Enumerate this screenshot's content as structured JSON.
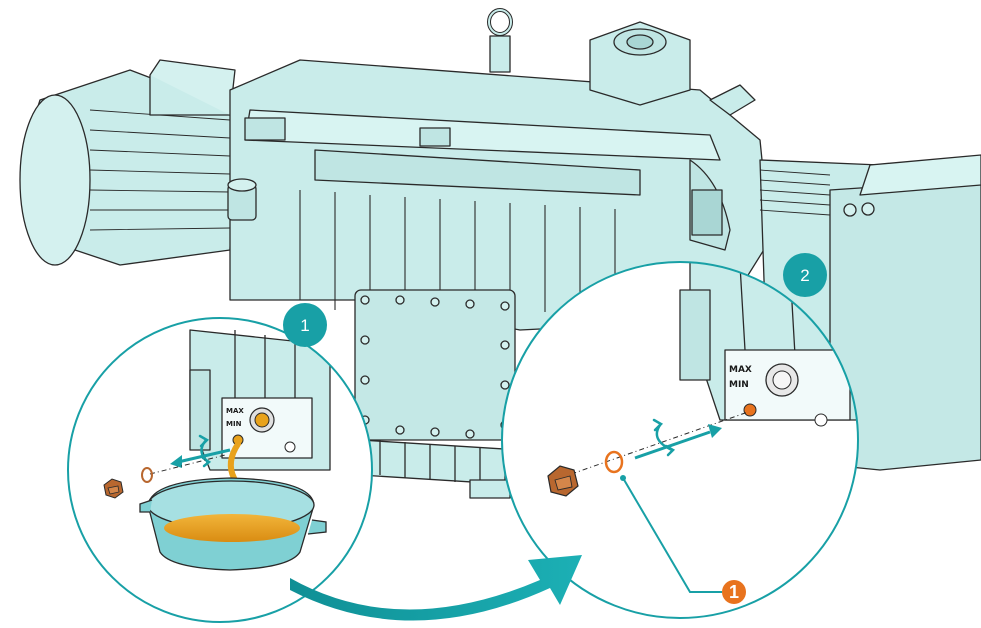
{
  "steps": [
    {
      "number": "1"
    },
    {
      "number": "2"
    }
  ],
  "callout": {
    "number": "1"
  },
  "oil_level_plate": {
    "max": "MAX",
    "min": "MIN"
  },
  "colors": {
    "pump_body": "#c9ecea",
    "pump_outline": "#2a2a2a",
    "teal_accent": "#18a0a6",
    "oil": "#e8a21c",
    "callout_orange": "#e8731e",
    "plug_bronze": "#b8672f"
  },
  "icons": [
    "rotate-arrow-icon",
    "direction-arrow-icon",
    "curved-transition-arrow-icon"
  ]
}
